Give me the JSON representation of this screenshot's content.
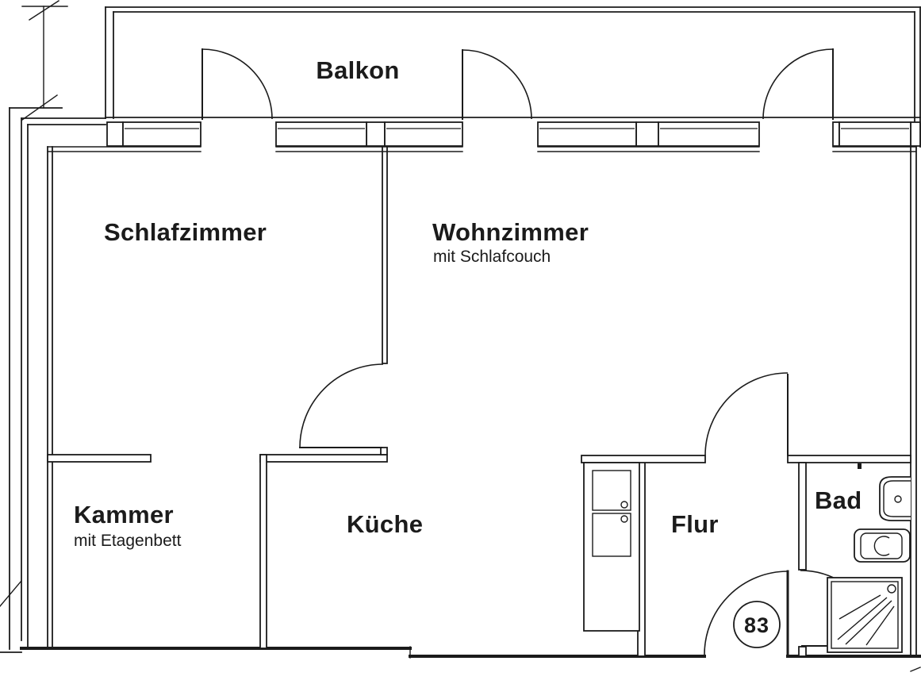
{
  "colors": {
    "ink": "#1b1b1b",
    "paper": "#ffffff"
  },
  "apartment": {
    "number": "83",
    "rooms": {
      "balkon": {
        "label": "Balkon"
      },
      "schlafzimmer": {
        "label": "Schlafzimmer"
      },
      "wohnzimmer": {
        "label": "Wohnzimmer",
        "note": "mit Schlafcouch"
      },
      "kammer": {
        "label": "Kammer",
        "note": "mit Etagenbett"
      },
      "kueche": {
        "label": "Küche"
      },
      "flur": {
        "label": "Flur"
      },
      "bad": {
        "label": "Bad"
      }
    },
    "fixtures": [
      "wardrobe-cabinet-icon",
      "sink-icon",
      "toilet-icon",
      "shower-icon",
      "door-swing-icon",
      "window-icon"
    ]
  }
}
